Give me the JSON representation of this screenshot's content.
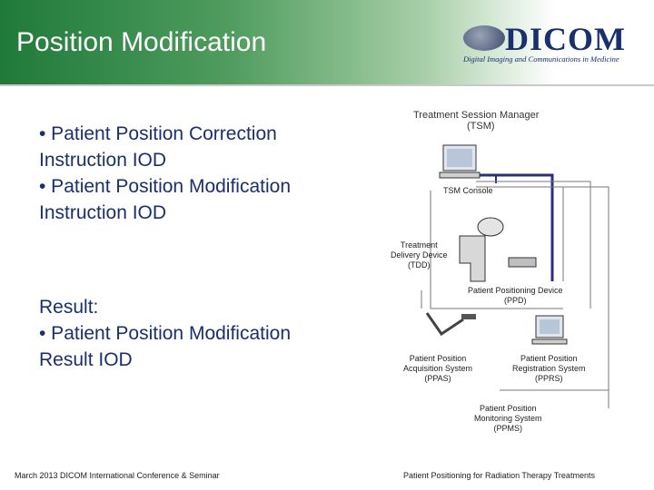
{
  "slide": {
    "title": "Position Modification",
    "bullets_top": [
      "• Patient Position Correction Instruction IOD",
      "• Patient Position Modification Instruction IOD"
    ],
    "result_label": "Result:",
    "bullets_bottom": [
      "• Patient Position Modification Result IOD"
    ]
  },
  "logo": {
    "word": "DICOM",
    "tagline": "Digital Imaging and Communications in Medicine"
  },
  "diagram": {
    "tsm_title": "Treatment Session Manager",
    "tsm_abbr": "(TSM)",
    "tsm_console": "TSM Console",
    "tdd": [
      "Treatment",
      "Delivery Device",
      "(TDD)"
    ],
    "ppd": [
      "Patient Positioning Device",
      "(PPD)"
    ],
    "ppas": [
      "Patient Position",
      "Acquisition System",
      "(PPAS)"
    ],
    "pprs": [
      "Patient Position",
      "Registration System",
      "(PPRS)"
    ],
    "ppms": [
      "Patient Position",
      "Monitoring System",
      "(PPMS)"
    ]
  },
  "footer": {
    "left": "March 2013 DICOM International Conference & Seminar",
    "right": "Patient Positioning for Radiation Therapy Treatments"
  },
  "colors": {
    "header_dark": "#1f7a3a",
    "text_blue": "#1a2f6e",
    "line_navy": "#2b2f7a"
  }
}
